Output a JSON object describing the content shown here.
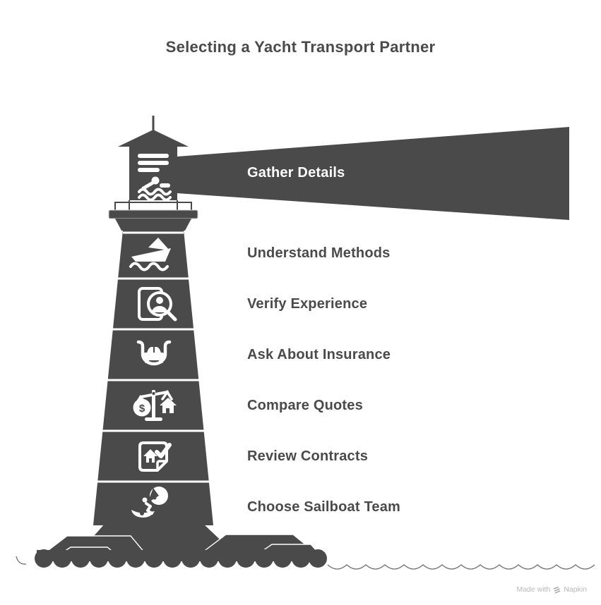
{
  "title": "Selecting a Yacht Transport Partner",
  "diagram": {
    "type": "lighthouse-step-list",
    "steps": [
      {
        "label": "Gather Details",
        "icon": "document-swimmer-icon",
        "placement": "light-beam"
      },
      {
        "label": "Understand Methods",
        "icon": "yacht-icon",
        "placement": "tower-segment"
      },
      {
        "label": "Verify Experience",
        "icon": "profile-magnifier-icon",
        "placement": "tower-segment"
      },
      {
        "label": "Ask About Insurance",
        "icon": "car-shield-icon",
        "placement": "tower-segment"
      },
      {
        "label": "Compare Quotes",
        "icon": "balance-scale-icon",
        "placement": "tower-segment"
      },
      {
        "label": "Review Contracts",
        "icon": "contract-check-icon",
        "placement": "tower-segment"
      },
      {
        "label": "Choose Sailboat Team",
        "icon": "sailor-boat-icon",
        "placement": "tower-segment"
      }
    ],
    "colors": {
      "primary": "#4a4a4a",
      "icon": "#ffffff",
      "beam_text": "#ffffff",
      "label_text": "#4a4a4a",
      "background": "#ffffff",
      "watermark": "#b9b9b9"
    }
  },
  "watermark": {
    "prefix": "Made with",
    "brand": "Napkin"
  }
}
